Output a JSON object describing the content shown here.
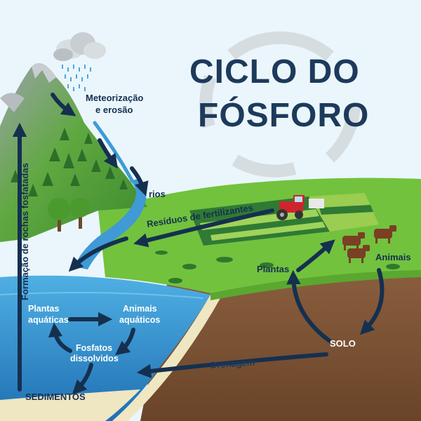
{
  "title": {
    "line1": "CICLO DO",
    "line2": "FÓSFORO"
  },
  "labels": {
    "weathering_1": "Meteorização",
    "weathering_2": "e erosão",
    "rivers": "rios",
    "fertilizer": "Resíduos de fertilizantes",
    "plants": "Plantas",
    "animals": "Animais",
    "soil": "SOLO",
    "drainage": "Drenagem",
    "aquatic_plants_1": "Plantas",
    "aquatic_plants_2": "aquáticas",
    "aquatic_animals_1": "Animais",
    "aquatic_animals_2": "aquáticos",
    "dissolved_1": "Fosfatos",
    "dissolved_2": "dissolvidos",
    "sediments": "SEDIMENTOS",
    "rock_formation": "Formação de rochas fosfatadas"
  },
  "colors": {
    "title": "#1d3a5c",
    "arrow": "#15304f",
    "sea": "#2a88c9",
    "grass": "#6cbc3a",
    "soil": "#7a5236"
  }
}
